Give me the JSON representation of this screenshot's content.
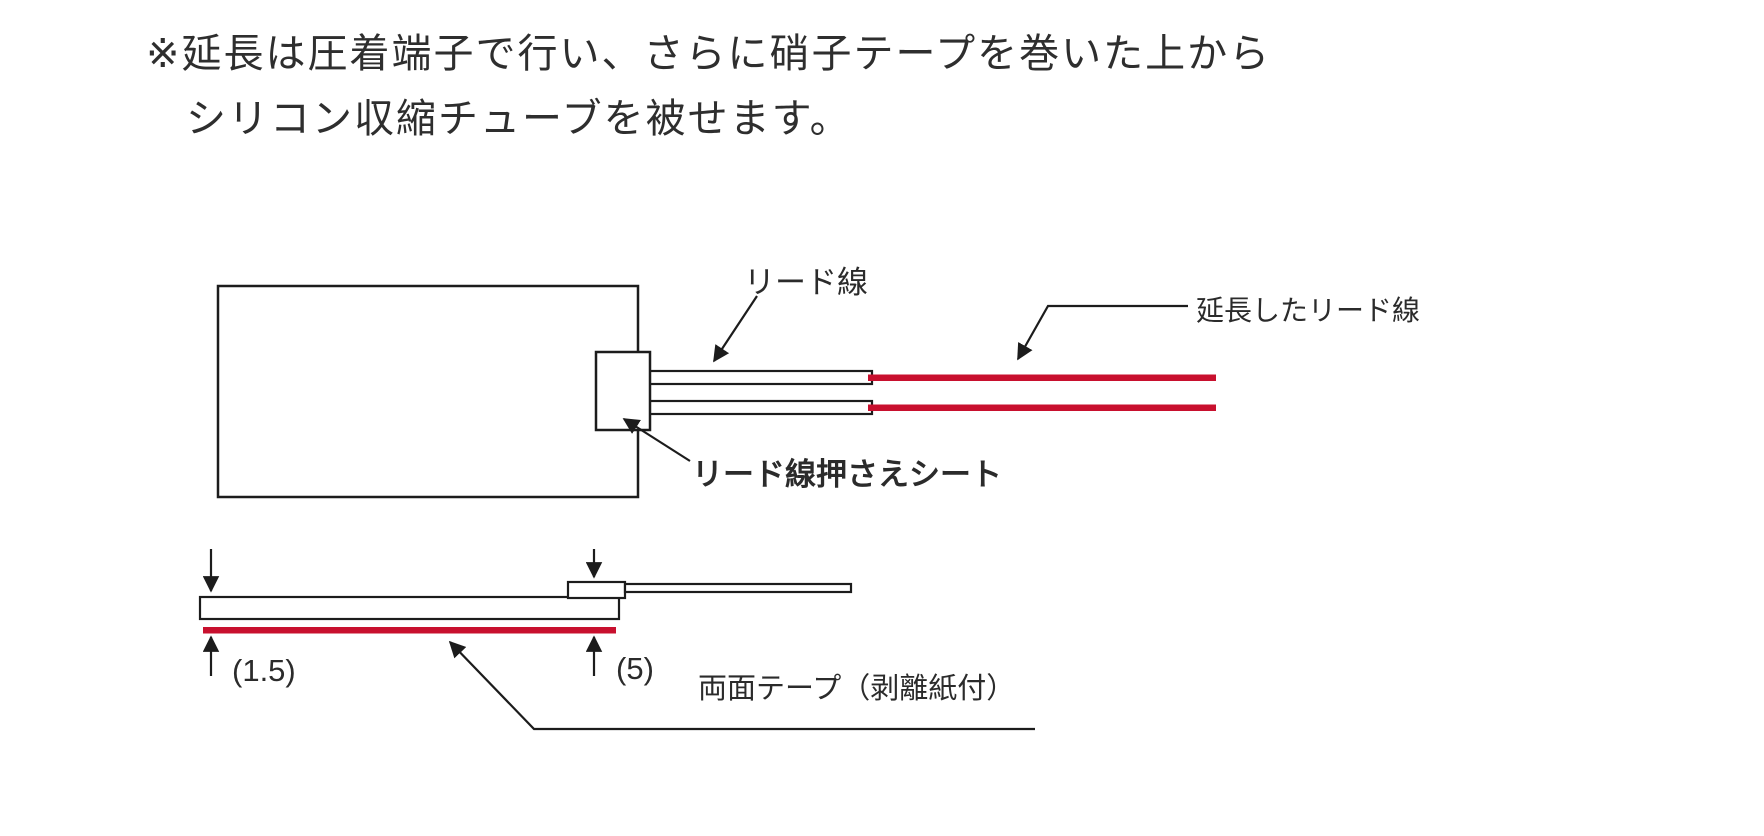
{
  "note": {
    "line1": "※延長は圧着端子で行い、さらに硝子テープを巻いた上から",
    "line2": "シリコン収縮チューブを被せます。"
  },
  "labels": {
    "lead_wire": "リード線",
    "extended_lead_wire": "延長したリード線",
    "lead_wire_press_sheet": "リード線押さえシート",
    "double_sided_tape": "両面テープ（剥離紙付）",
    "dim_thickness": "(1.5)",
    "dim_height": "(5)"
  },
  "colors": {
    "wire_red": "#c8102e",
    "line_black": "#1c1c1c",
    "text": "#2a2a2a"
  }
}
